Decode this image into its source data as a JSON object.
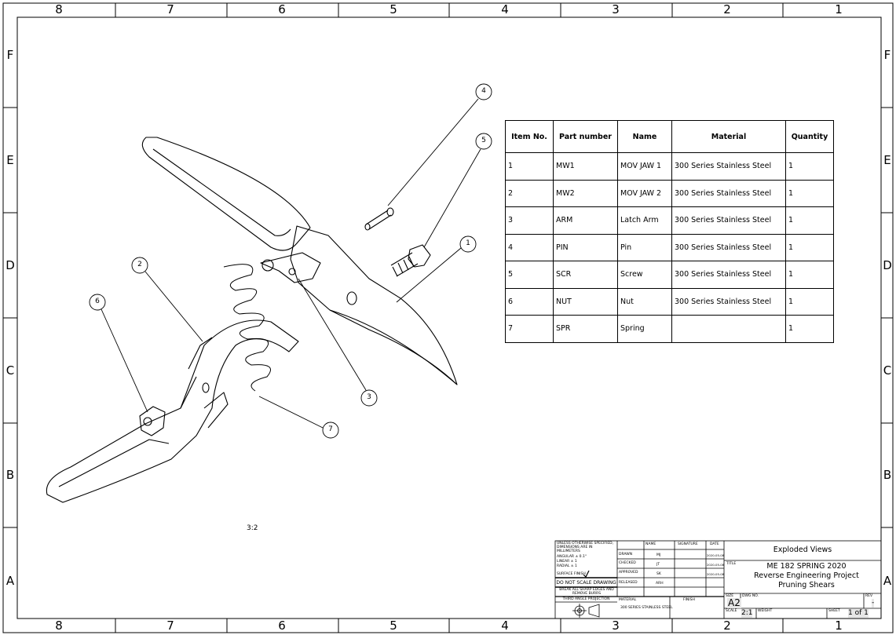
{
  "border": {
    "columns": [
      "8",
      "7",
      "6",
      "5",
      "4",
      "3",
      "2",
      "1"
    ],
    "rows": [
      "F",
      "E",
      "D",
      "C",
      "B",
      "A"
    ]
  },
  "view_scale": "3:2",
  "balloons": [
    "1",
    "2",
    "3",
    "4",
    "5",
    "6",
    "7"
  ],
  "bom": {
    "headers": [
      "Item No.",
      "Part number",
      "Name",
      "Material",
      "Quantity"
    ],
    "rows": [
      [
        "1",
        "MW1",
        "MOV JAW 1",
        "300 Series Stainless Steel",
        "1"
      ],
      [
        "2",
        "MW2",
        "MOV JAW 2",
        "300 Series Stainless Steel",
        "1"
      ],
      [
        "3",
        "ARM",
        "Latch Arm",
        "300 Series Stainless Steel",
        "1"
      ],
      [
        "4",
        "PIN",
        "Pin",
        "300 Series Stainless Steel",
        "1"
      ],
      [
        "5",
        "SCR",
        "Screw",
        "300 Series Stainless Steel",
        "1"
      ],
      [
        "6",
        "NUT",
        "Nut",
        "300 Series Stainless Steel",
        "1"
      ],
      [
        "7",
        "SPR",
        "Spring",
        "",
        "1"
      ]
    ]
  },
  "title_block": {
    "notes": [
      "UNLESS OTHERWISE SPECIFIED, DIMENSIONS ARE IN MILLIMETERS",
      "ANGULAR ± 0.1°",
      "LINEAR ± 1",
      "RADIAL ± 1"
    ],
    "surface_finish": "SURFACE FINISH",
    "do_not_scale": "DO NOT SCALE DRAWING",
    "break_edges": "BREAK ALL SHARP EDGES AND REMOVE BURRS",
    "projection": "THIRD ANGLE PROJECTION",
    "col_headers": [
      "NAME",
      "SIGNATURE",
      "DATE"
    ],
    "approvals": [
      {
        "role": "DRAWN",
        "name": "MJ",
        "date": "2020-05-08"
      },
      {
        "role": "CHECKED",
        "name": "JT",
        "date": "2020-05-08"
      },
      {
        "role": "APPROVED",
        "name": "SK",
        "date": "2020-05-08"
      },
      {
        "role": "RELEASED",
        "name": "ARH",
        "date": ""
      }
    ],
    "material_label": "MATERIAL",
    "material": "300 SERIES STAINLESS STEEL",
    "finish_label": "FINISH",
    "view_name": "Exploded Views",
    "title_label": "TITLE",
    "title_lines": [
      "ME 182 SPRING 2020",
      "Reverse Engineering Project",
      "Pruning Shears"
    ],
    "size_label": "SIZE",
    "size": "A2",
    "dwg_label": "DWG NO.",
    "rev_label": "REV",
    "rev": "-",
    "scale_label": "SCALE",
    "scale": "2:1",
    "weight_label": "WEIGHT",
    "sheet_label": "SHEET",
    "sheet": "1 of 1"
  }
}
